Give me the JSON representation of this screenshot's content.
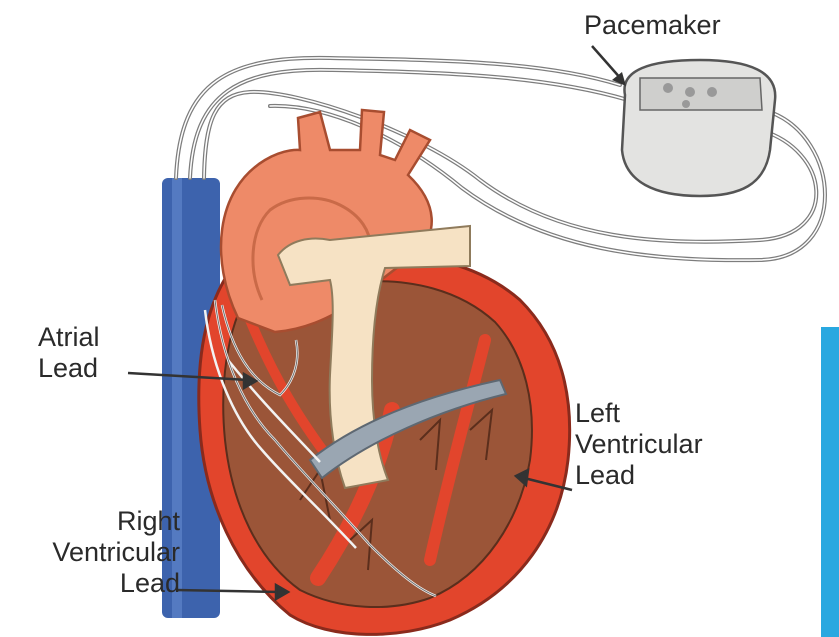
{
  "labels": {
    "pacemaker": "Pacemaker",
    "atrial_line1": "Atrial",
    "atrial_line2": "Lead",
    "left_line1": "Left",
    "left_line2": "Ventricular",
    "left_line3": "Lead",
    "right_line1": "Right",
    "right_line2": "Ventricular",
    "right_line3": "Lead"
  },
  "colors": {
    "vein": "#3d63ad",
    "aorta": "#ee8a68",
    "heart_outer": "#e2452c",
    "heart_muscle": "#9b5538",
    "pulmonary": "#f6e2c4",
    "device": "#e3e3e1",
    "leads": "#7d7d7d",
    "accent": "#29a8e0"
  },
  "icons": [
    "pacemaker-device-icon",
    "heart-icon"
  ]
}
